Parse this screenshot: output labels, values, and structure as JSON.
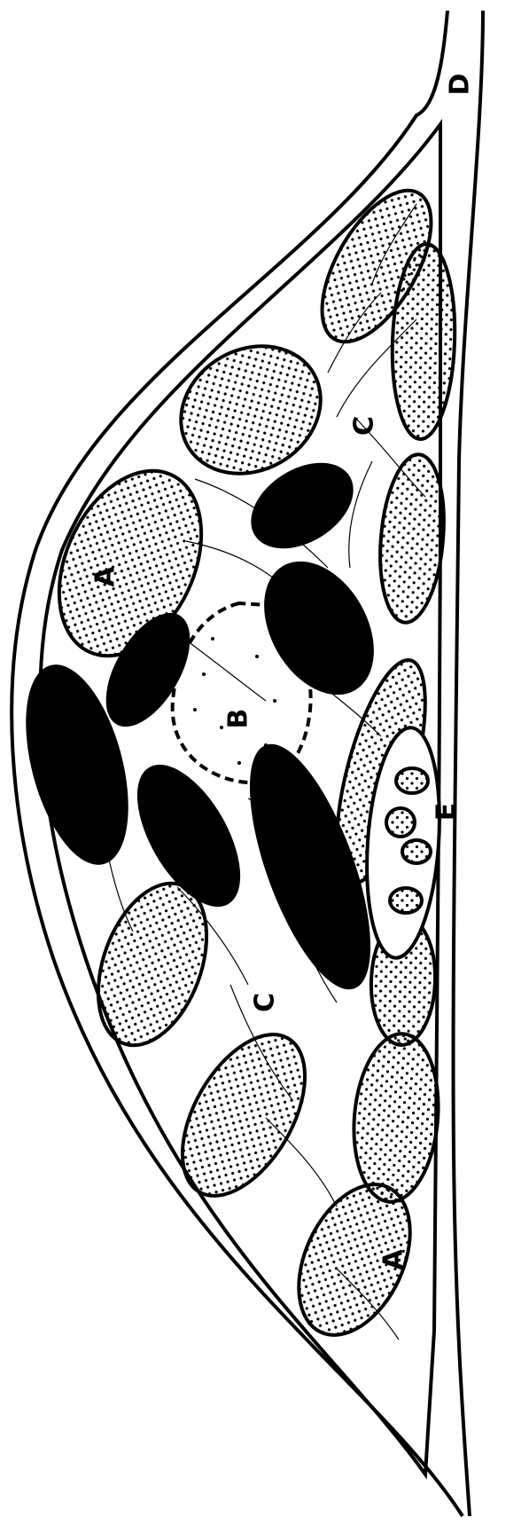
{
  "diagram": {
    "labels": {
      "A_top": "A",
      "A_bottom": "A",
      "B": "B",
      "C_top": "C",
      "C_bottom": "C",
      "D": "D",
      "E": "E"
    },
    "colors": {
      "ink": "#000000",
      "paper": "#ffffff"
    }
  }
}
